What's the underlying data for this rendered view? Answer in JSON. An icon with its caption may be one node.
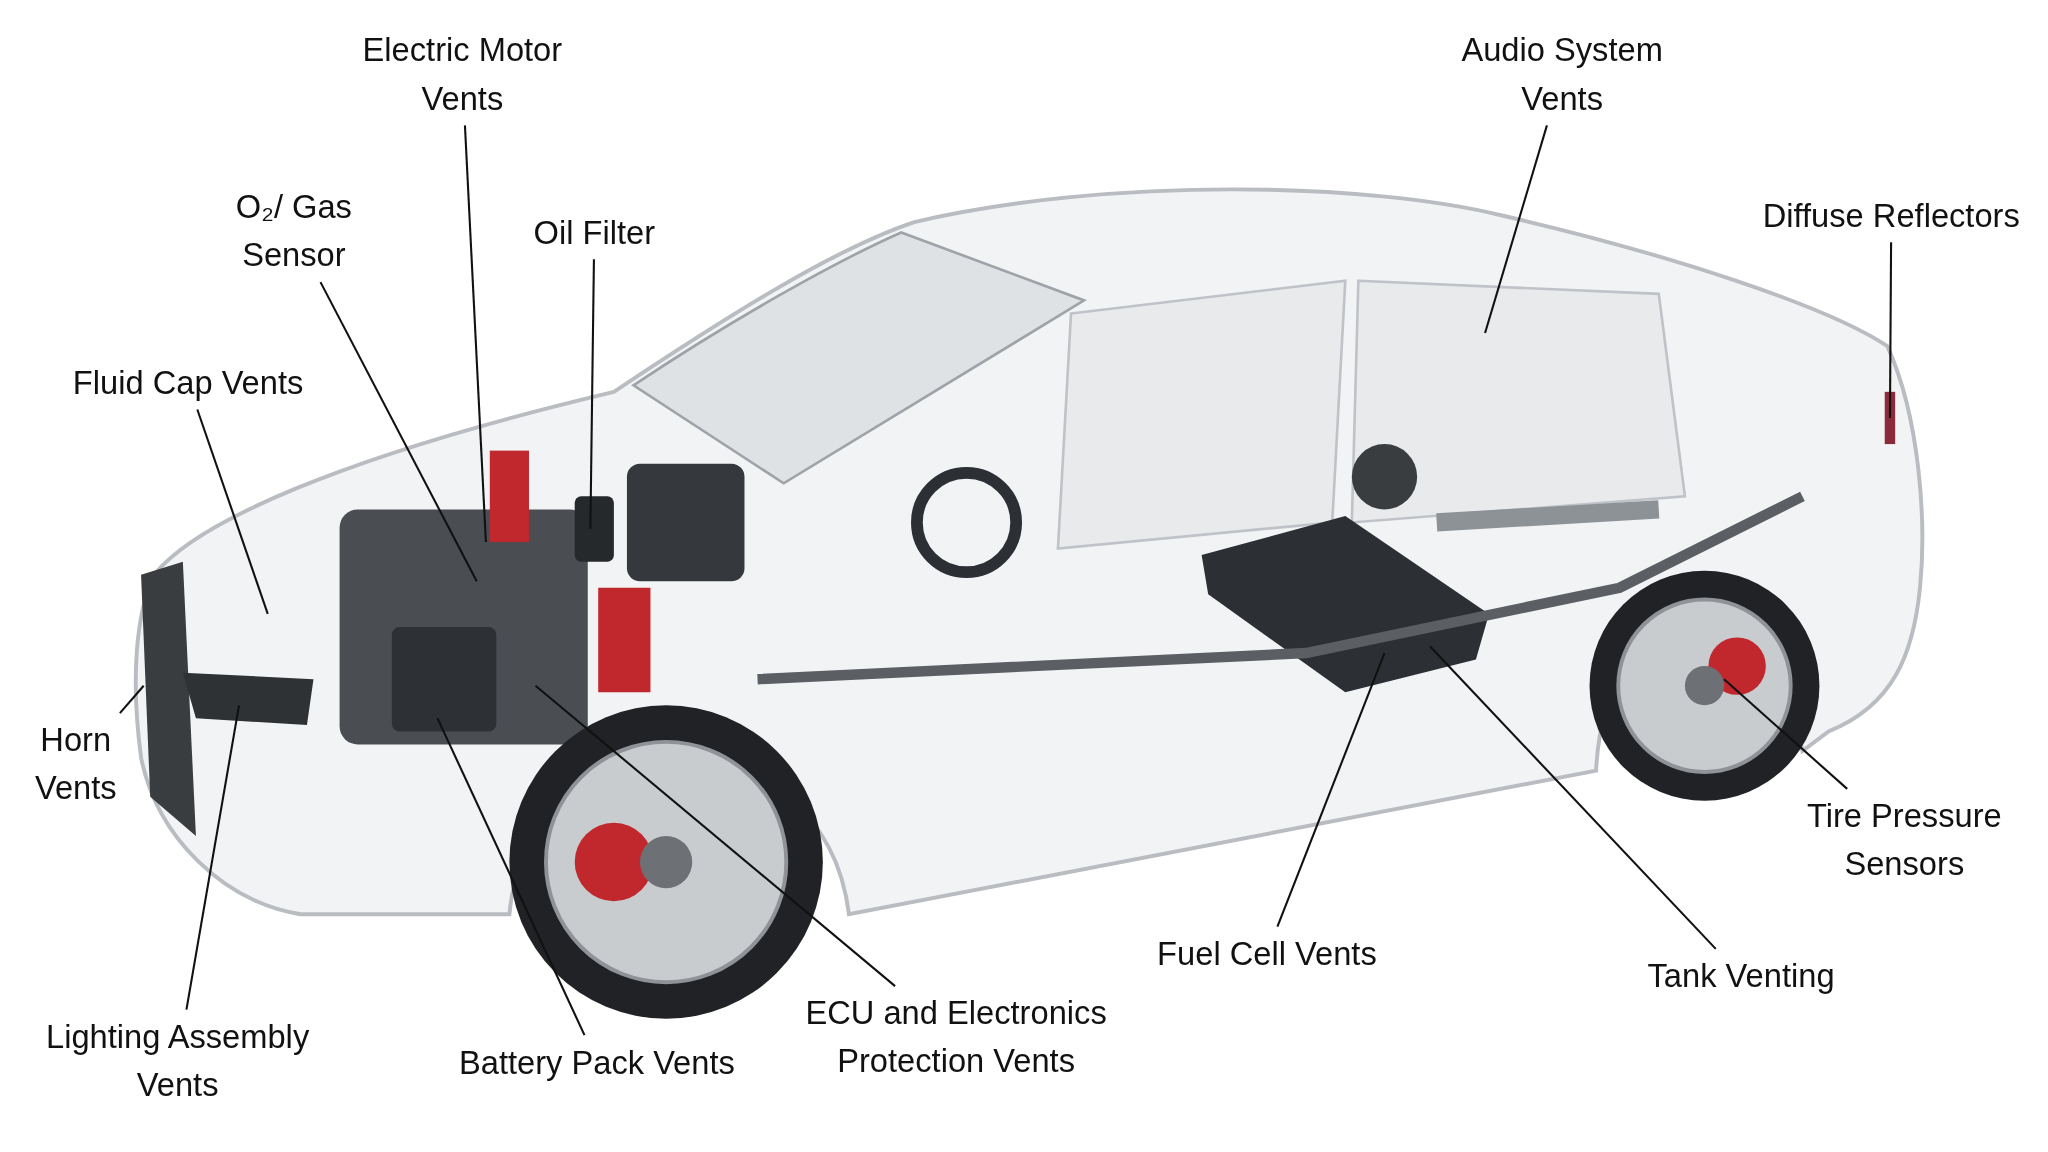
{
  "diagram": {
    "nodes": [
      {
        "text": [
          "Electric Motor Vents"
        ]
      },
      {
        "text": [
          "Audio System Vents"
        ]
      },
      {
        "text": [
          "O₂/ Gas Sensor"
        ]
      },
      {
        "text": [
          "Oil Filter"
        ]
      },
      {
        "text": [
          "Diffuse Reflectors"
        ]
      },
      {
        "text": [
          "Fluid Cap Vents"
        ]
      },
      {
        "text": [
          "Horn Vents"
        ]
      },
      {
        "text": [
          "Tire Pressure Sensors"
        ]
      },
      {
        "text": [
          "Fuel Cell Vents"
        ]
      },
      {
        "text": [
          "Tank Venting"
        ]
      },
      {
        "text": [
          "ECU and Electronics Protection Vents"
        ]
      },
      {
        "text": [
          "Lighting Assembly Vents"
        ]
      },
      {
        "text": [
          "Battery Pack Vents"
        ]
      }
    ],
    "edges": [
      {
        "from": 0,
        "to": null,
        "arrow": "none"
      },
      {
        "from": 1,
        "to": null,
        "arrow": "none"
      },
      {
        "from": 2,
        "to": null,
        "arrow": "none"
      },
      {
        "from": 3,
        "to": null,
        "arrow": "none"
      },
      {
        "from": 4,
        "to": null,
        "arrow": "none"
      },
      {
        "from": 5,
        "to": null,
        "arrow": "none"
      },
      {
        "from": 6,
        "to": null,
        "arrow": "none"
      },
      {
        "from": 7,
        "to": null,
        "arrow": "none"
      },
      {
        "from": 8,
        "to": null,
        "arrow": "none"
      },
      {
        "from": 9,
        "to": null,
        "arrow": "none"
      },
      {
        "from": 10,
        "to": null,
        "arrow": "none"
      },
      {
        "from": 11,
        "to": null,
        "arrow": "none"
      },
      {
        "from": 12,
        "to": null,
        "arrow": "none"
      }
    ]
  }
}
